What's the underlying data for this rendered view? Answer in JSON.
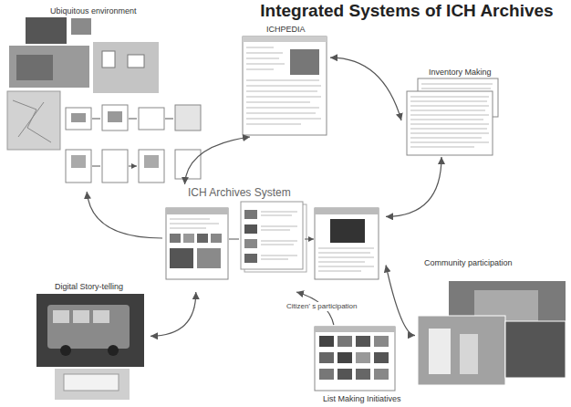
{
  "diagram": {
    "title": "Integrated Systems of ICH Archives",
    "nodes": [
      {
        "text": [
          "Ubiquitous environment"
        ]
      },
      {
        "text": [
          "ICHPEDIA"
        ]
      },
      {
        "text": [
          "Inventory Making"
        ]
      },
      {
        "text": [
          "ICH Archives System"
        ]
      },
      {
        "text": [
          "Digital Story-telling"
        ]
      },
      {
        "text": [
          "List Making Initiatives"
        ]
      },
      {
        "text": [
          "Community participation"
        ]
      }
    ],
    "edges": [
      {
        "from": 3,
        "to": 0,
        "arrow": "to"
      },
      {
        "from": 3,
        "to": 1,
        "arrow": "both"
      },
      {
        "from": 1,
        "to": 2,
        "arrow": "both"
      },
      {
        "from": 2,
        "to": 3,
        "arrow": "both"
      },
      {
        "from": 3,
        "to": 4,
        "arrow": "both"
      },
      {
        "from": 5,
        "to": 3,
        "label": "Citizen' s participation",
        "arrow": "to"
      },
      {
        "from": 3,
        "to": 6,
        "arrow": "both"
      }
    ]
  }
}
